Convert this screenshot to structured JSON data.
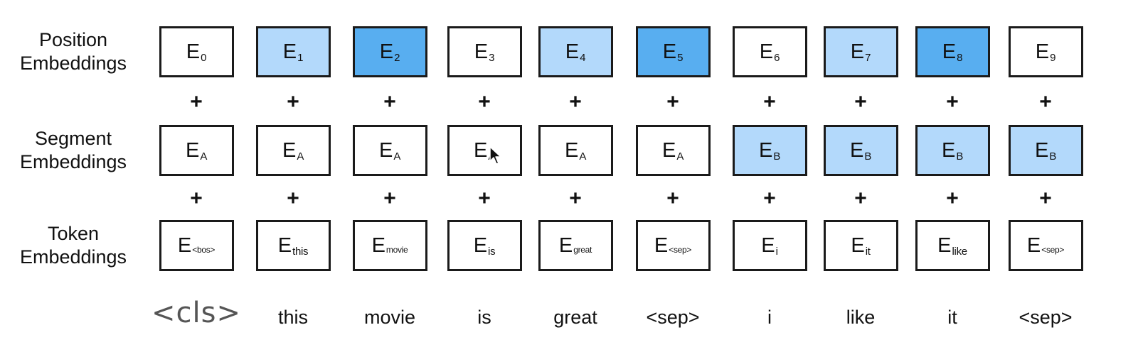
{
  "rows": {
    "position": {
      "label_line1": "Position",
      "label_line2": "Embeddings",
      "cells": [
        {
          "main": "E",
          "sub": "0",
          "fill": "#ffffff"
        },
        {
          "main": "E",
          "sub": "1",
          "fill": "#b3d9fb"
        },
        {
          "main": "E",
          "sub": "2",
          "fill": "#58aef0"
        },
        {
          "main": "E",
          "sub": "3",
          "fill": "#ffffff"
        },
        {
          "main": "E",
          "sub": "4",
          "fill": "#b3d9fb"
        },
        {
          "main": "E",
          "sub": "5",
          "fill": "#58aef0"
        },
        {
          "main": "E",
          "sub": "6",
          "fill": "#ffffff"
        },
        {
          "main": "E",
          "sub": "7",
          "fill": "#b3d9fb"
        },
        {
          "main": "E",
          "sub": "8",
          "fill": "#58aef0"
        },
        {
          "main": "E",
          "sub": "9",
          "fill": "#ffffff"
        }
      ]
    },
    "segment": {
      "label_line1": "Segment",
      "label_line2": "Embeddings",
      "cells": [
        {
          "main": "E",
          "sub": "A",
          "fill": "#ffffff"
        },
        {
          "main": "E",
          "sub": "A",
          "fill": "#ffffff"
        },
        {
          "main": "E",
          "sub": "A",
          "fill": "#ffffff"
        },
        {
          "main": "E",
          "sub": "A",
          "fill": "#ffffff"
        },
        {
          "main": "E",
          "sub": "A",
          "fill": "#ffffff"
        },
        {
          "main": "E",
          "sub": "A",
          "fill": "#ffffff"
        },
        {
          "main": "E",
          "sub": "B",
          "fill": "#b3d9fb"
        },
        {
          "main": "E",
          "sub": "B",
          "fill": "#b3d9fb"
        },
        {
          "main": "E",
          "sub": "B",
          "fill": "#b3d9fb"
        },
        {
          "main": "E",
          "sub": "B",
          "fill": "#b3d9fb"
        }
      ]
    },
    "token": {
      "label_line1": "Token",
      "label_line2": "Embeddings",
      "cells": [
        {
          "main": "E",
          "sub": "<bos>",
          "fill": "#ffffff"
        },
        {
          "main": "E",
          "sub": "this",
          "fill": "#ffffff"
        },
        {
          "main": "E",
          "sub": "movie",
          "fill": "#ffffff"
        },
        {
          "main": "E",
          "sub": "is",
          "fill": "#ffffff"
        },
        {
          "main": "E",
          "sub": "great",
          "fill": "#ffffff"
        },
        {
          "main": "E",
          "sub": "<sep>",
          "fill": "#ffffff"
        },
        {
          "main": "E",
          "sub": "i",
          "fill": "#ffffff"
        },
        {
          "main": "E",
          "sub": "it",
          "fill": "#ffffff"
        },
        {
          "main": "E",
          "sub": "like",
          "fill": "#ffffff"
        },
        {
          "main": "E",
          "sub": "<sep>",
          "fill": "#ffffff"
        }
      ]
    }
  },
  "plus_sign": "+",
  "words": [
    "<cls>",
    "this",
    "movie",
    "is",
    "great",
    "<sep>",
    "i",
    "like",
    "it",
    "<sep>"
  ],
  "icons": {
    "cursor": "mouse-pointer-icon"
  }
}
